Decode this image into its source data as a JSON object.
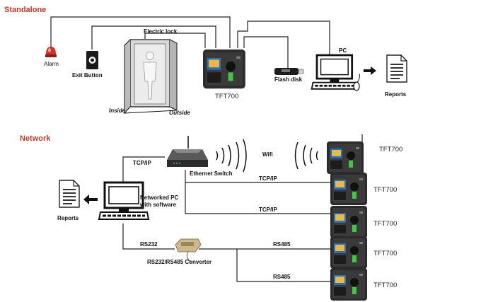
{
  "sections": {
    "standalone": "Standalone",
    "network": "Network"
  },
  "standalone": {
    "alarm": "Alarm",
    "exit_button": "Exit Button",
    "electric_lock": "Electric lock",
    "inside": "Inside",
    "outside": "Outside",
    "device": "TFT700",
    "flash_disk": "Flash disk",
    "pc": "PC",
    "reports": "Reports"
  },
  "network": {
    "reports": "Reports",
    "networked_pc": [
      "Networked PC",
      "with software"
    ],
    "tcpip_top": "TCP/IP",
    "ethernet_switch": "Ethernet Switch",
    "wifi": "Wifi",
    "rs232": "RS232",
    "converter": "RS232/RS485 Converter",
    "links": [
      "TCP/IP",
      "TCP/IP",
      "RS485",
      "RS485"
    ],
    "devices": [
      "TFT700",
      "TFT700",
      "TFT700",
      "TFT700",
      "TFT700"
    ]
  },
  "icons": [
    "alarm-icon",
    "exit-button-icon",
    "door-icon",
    "person-icon",
    "fingerprint-terminal-icon",
    "usb-flash-icon",
    "computer-icon",
    "document-icon",
    "arrow-right-icon",
    "router-icon",
    "wifi-waves-icon",
    "serial-converter-icon",
    "arrow-left-icon"
  ],
  "colors": {
    "section_heading": "#c0392b",
    "wire": "#222222",
    "alarm": "#d0312d",
    "terminal_screen": "#2a6fb5"
  }
}
